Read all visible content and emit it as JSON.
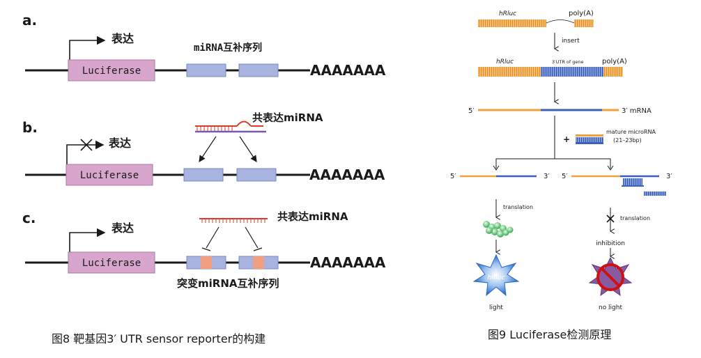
{
  "left": {
    "panels": [
      {
        "letter": "a.",
        "gene": "Luciferase",
        "expression": "表达",
        "poly": "AAAAAAA",
        "label": "miRNA互补序列"
      },
      {
        "letter": "b.",
        "gene": "Luciferase",
        "expression": "表达",
        "poly": "AAAAAAA",
        "label": "共表达miRNA"
      },
      {
        "letter": "c.",
        "gene": "Luciferase",
        "expression": "表达",
        "poly": "AAAAAAA",
        "label": "共表达miRNA",
        "mutant_label": "突变miRNA互补序列"
      }
    ],
    "caption": "图8  靶基因3′  UTR sensor reporter的构建"
  },
  "right": {
    "hrluc": "hRluc",
    "polya": "poly(A)",
    "insert": "insert",
    "utr_of_gene": "3′UTR of gene",
    "five_prime": "5′",
    "three_prime": "3′",
    "mrna": "3′ mRNA",
    "plus": "+",
    "mature_mirna": "mature microRNA",
    "mirna_size": "(21–23bp)",
    "translation": "translation",
    "inhibition": "inhibition",
    "light": "light",
    "no_light": "no light",
    "caption": "图9  Luciferase检测原理"
  },
  "colors": {
    "backbone": "#1a1a1a",
    "luciferase_box": "#d8a6cc",
    "utr_box": "#a9b3e0",
    "mutation": "#f0a080",
    "mirna_red": "#d83b2a",
    "mirna_purple": "#7a5aa8",
    "orange": "#f0a03c",
    "blue": "#3a60b8"
  }
}
